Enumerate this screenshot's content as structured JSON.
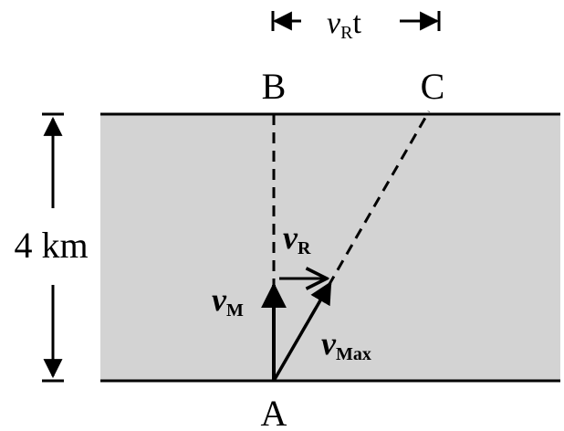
{
  "labels": {
    "B": "B",
    "C": "C",
    "A": "A",
    "distance": "4 km",
    "vR_t_v": "v",
    "vR_t_sub": "R",
    "vR_t_t": "t",
    "vR_v": "v",
    "vR_sub": "R",
    "vM_v": "v",
    "vM_sub": "M",
    "vMax_v": "v",
    "vMax_sub": "Max"
  },
  "colors": {
    "river": "#d3d3d3",
    "ink": "#000000",
    "background": "#ffffff"
  }
}
